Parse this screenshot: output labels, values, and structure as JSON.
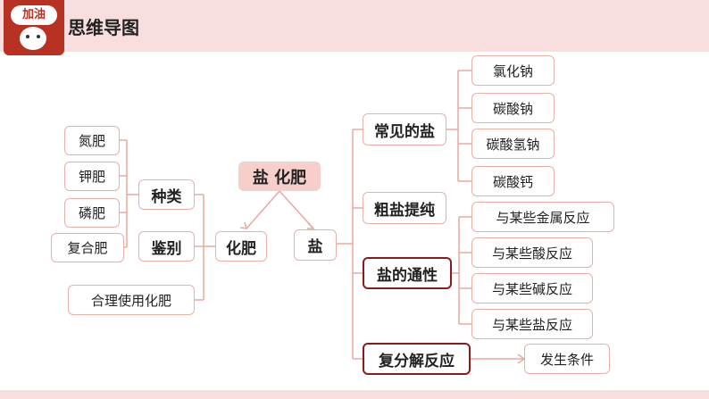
{
  "header": {
    "title": "思维导图",
    "logo_text": "加油"
  },
  "diagram": {
    "root": "盐 化肥",
    "left": {
      "label": "化肥",
      "types": {
        "label": "种类",
        "items": [
          "氮肥",
          "钾肥",
          "磷肥",
          "复合肥"
        ]
      },
      "identify": {
        "label": "鉴别"
      },
      "usage": "合理使用化肥"
    },
    "right": {
      "label": "盐",
      "common": {
        "label": "常见的盐",
        "items": [
          "氯化钠",
          "碳酸钠",
          "碳酸氢钠",
          "碳酸钙"
        ]
      },
      "purify": {
        "label": "粗盐提纯"
      },
      "general": {
        "label": "盐的通性",
        "items": [
          "与某些金属反应",
          "与某些酸反应",
          "与某些碱反应",
          "与某些盐反应"
        ]
      },
      "double": {
        "label": "复分解反应",
        "items": [
          "发生条件"
        ]
      }
    }
  },
  "colors": {
    "line": "#e8a99f",
    "root_fill": "#f6cfca",
    "dark_border": "#8b1a1a",
    "header_band": "#f8dede",
    "logo": "#b83224"
  }
}
